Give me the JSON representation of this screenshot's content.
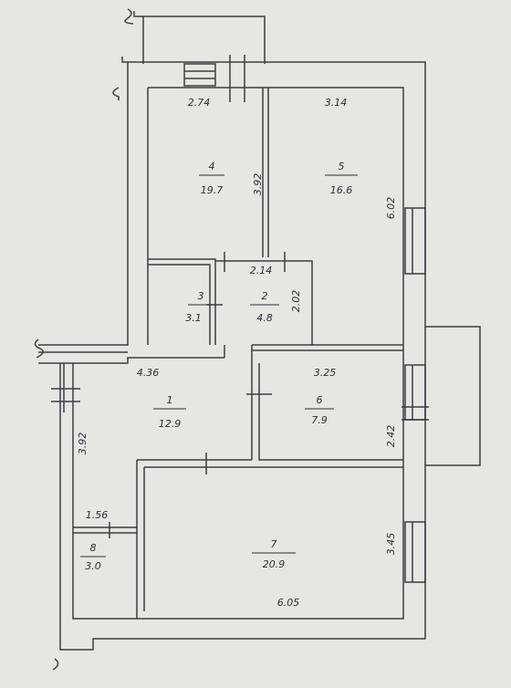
{
  "colors": {
    "paper": "#e6e6e2",
    "ink": "#2c2f3a",
    "wall": "#3a3d46"
  },
  "rooms": [
    {
      "number": "1",
      "area": "12.9"
    },
    {
      "number": "2",
      "area": "4.8"
    },
    {
      "number": "3",
      "area": "3.1"
    },
    {
      "number": "4",
      "area": "19.7"
    },
    {
      "number": "5",
      "area": "16.6"
    },
    {
      "number": "6",
      "area": "7.9"
    },
    {
      "number": "7",
      "area": "20.9"
    },
    {
      "number": "8",
      "area": "3.0"
    }
  ],
  "dimensions": {
    "room4_width": "2.74",
    "room5_width": "3.14",
    "partition_4_5": "3.92",
    "east_wall_upper": "6.02",
    "corridor_width": "2.14",
    "room2_depth": "2.02",
    "hall_width": "4.36",
    "room6_width": "3.25",
    "room6_depth": "2.42",
    "west_wall_hall": "3.92",
    "room8_width": "1.56",
    "room7_depth": "3.45",
    "room7_width": "6.05"
  }
}
